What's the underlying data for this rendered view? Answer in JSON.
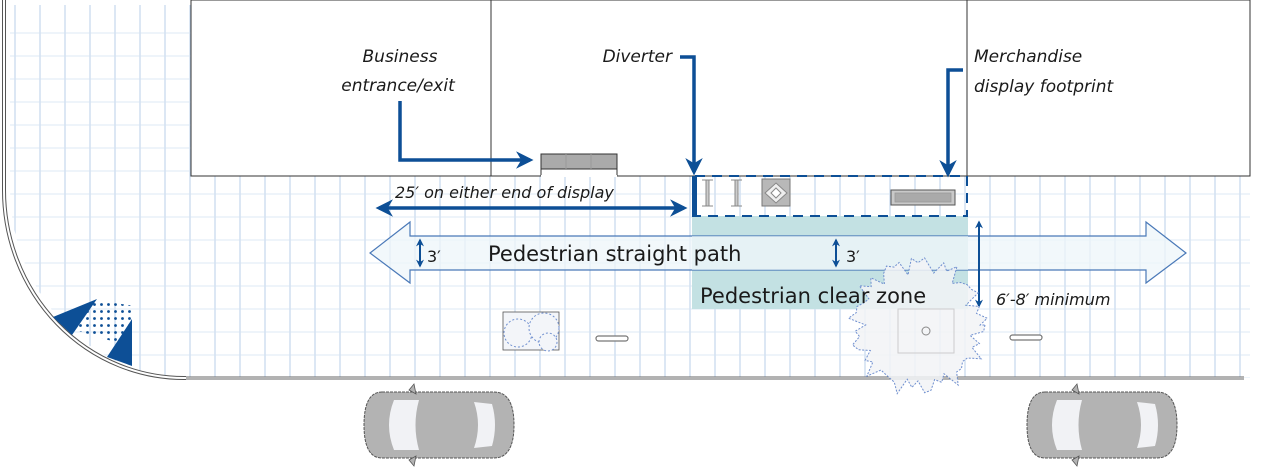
{
  "diagram": {
    "title": "Sidewalk merchandise display layout",
    "labels": {
      "business_entrance_line1": "Business",
      "business_entrance_line2": "entrance/exit",
      "diverter": "Diverter",
      "merch_line1": "Merchandise",
      "merch_line2": "display footprint",
      "buffer": "25′ on either end of display",
      "straight_path": "Pedestrian straight path",
      "clear_zone": "Pedestrian clear zone",
      "path_width_left": "3′",
      "path_width_right": "3′",
      "clear_zone_width": "6′-8′ minimum"
    },
    "colors": {
      "accent_blue": "#0d4f96",
      "grid_blue": "#a9c3e3",
      "clear_zone_fill": "#c3e1e3",
      "path_fill": "#eef6fa",
      "building_stroke": "#333333",
      "car_gray": "#b3b3b3",
      "tree_stroke": "#6f8fcf"
    },
    "icons": [
      "curb-ramp-icon",
      "planter-icon",
      "bike-rack-icon",
      "tree-icon",
      "car-icon",
      "door-mat-icon",
      "sign-icon",
      "rack-icon"
    ]
  }
}
